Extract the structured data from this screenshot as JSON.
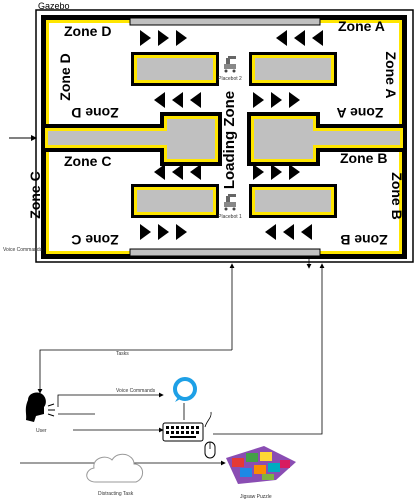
{
  "gazebo": {
    "title": "Gazebo",
    "zones": {
      "a_top": "Zone A",
      "a_right": "Zone A",
      "a_mirror": "Zone A",
      "b_mid": "Zone B",
      "b_right": "Zone B",
      "b_mirror": "Zone B",
      "c_mid": "Zone C",
      "c_left": "Zone C",
      "c_mirror": "Zone C",
      "d_top": "Zone D",
      "d_left": "Zone D",
      "d_mirror": "Zone D",
      "loading": "Loading Zone"
    },
    "placebots": [
      "Placebot 2",
      "Placebot 1"
    ]
  },
  "labels": {
    "voice_commands_left": "Voice Commands",
    "tasks": "Tasks",
    "voice_commands": "Voice Commands",
    "user": "User",
    "distracting_task": "Distracting Task",
    "jigsaw_puzzle": "Jigsaw Puzzle"
  },
  "colors": {
    "yellow": "#ffe600",
    "gray": "#c0c0c0",
    "alexa_blue": "#1ea0e6"
  }
}
